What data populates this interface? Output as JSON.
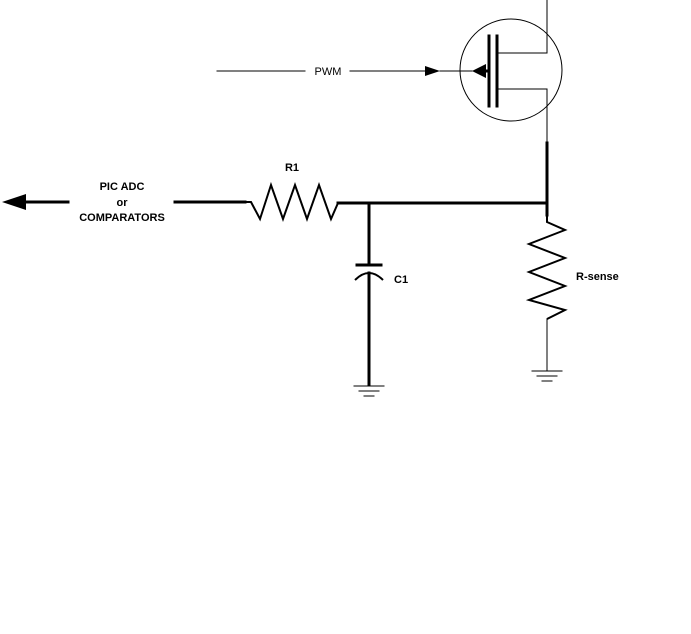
{
  "labels": {
    "pwm": "PWM",
    "output_line1": "PIC  ADC",
    "output_line2": "or",
    "output_line3": "COMPARATORS",
    "r1": "R1",
    "c1": "C1",
    "r_sense": "R-sense"
  },
  "components": [
    {
      "id": "mosfet",
      "type": "mosfet-p-channel"
    },
    {
      "id": "r1",
      "type": "resistor"
    },
    {
      "id": "c1",
      "type": "capacitor"
    },
    {
      "id": "r-sense",
      "type": "resistor"
    },
    {
      "id": "ground-c1",
      "type": "ground"
    },
    {
      "id": "ground-rsense",
      "type": "ground"
    }
  ],
  "colors": {
    "line": "#000000",
    "background": "#ffffff"
  }
}
